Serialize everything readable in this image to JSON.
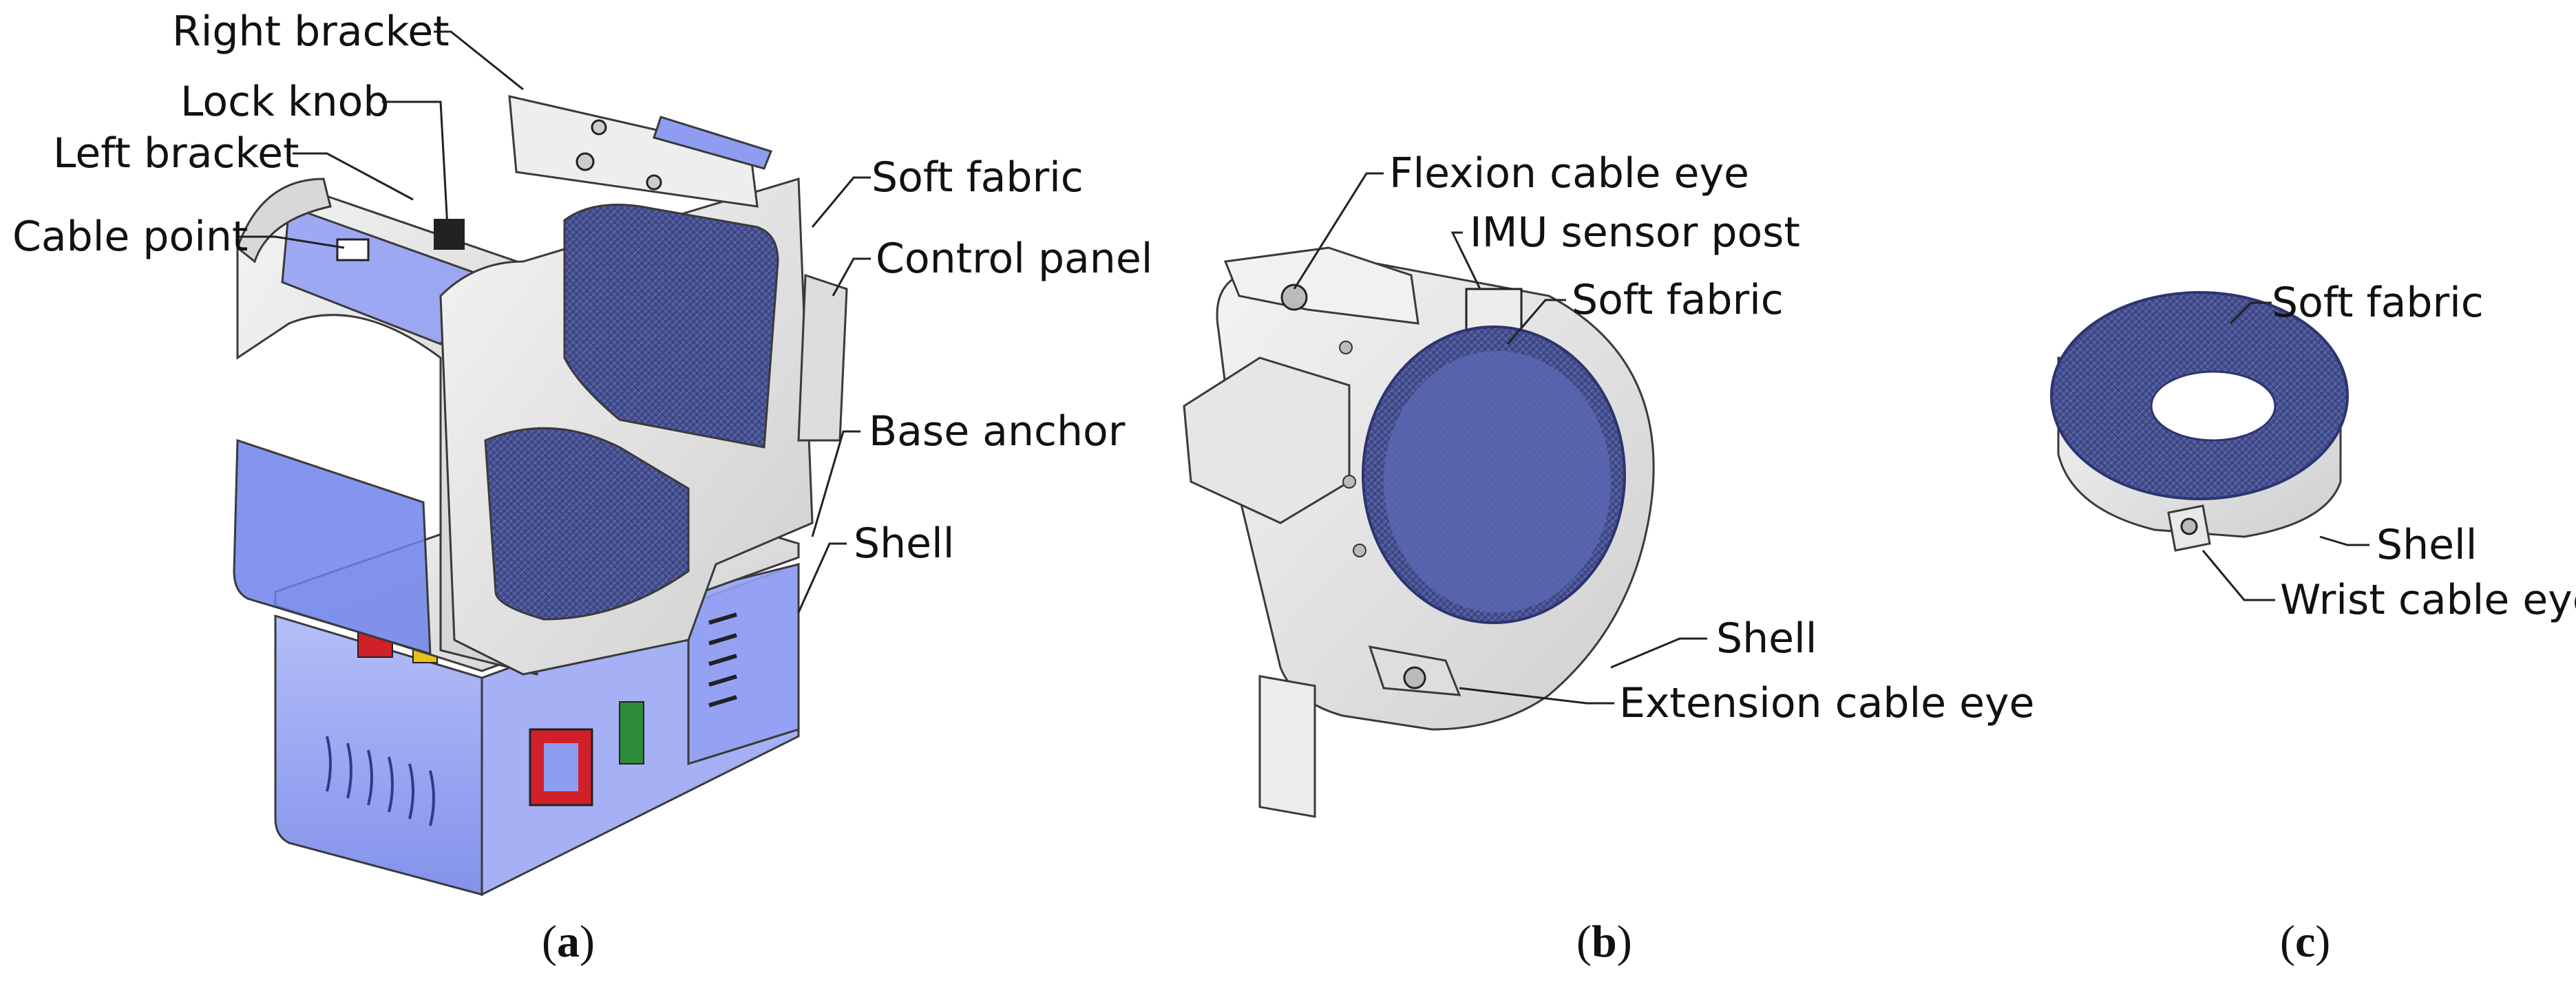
{
  "panels": {
    "a": {
      "caption_open": "(",
      "caption_letter": "a",
      "caption_close": ")",
      "labels": {
        "right_bracket": "Right bracket",
        "lock_knob": "Lock knob",
        "left_bracket": "Left bracket",
        "cable_point": "Cable point",
        "soft_fabric": "Soft fabric",
        "control_panel": "Control panel",
        "base_anchor": "Base anchor",
        "shell": "Shell"
      }
    },
    "b": {
      "caption_open": "(",
      "caption_letter": "b",
      "caption_close": ")",
      "labels": {
        "flexion_cable_eye": "Flexion cable eye",
        "imu_sensor_post": "IMU sensor post",
        "soft_fabric": "Soft fabric",
        "shell": "Shell",
        "extension_cable_eye": "Extension cable eye"
      }
    },
    "c": {
      "caption_open": "(",
      "caption_letter": "c",
      "caption_close": ")",
      "labels": {
        "soft_fabric": "Soft fabric",
        "shell": "Shell",
        "wrist_cable_eye": "Wrist cable eye"
      }
    }
  },
  "colors": {
    "shell_grey": "#e3e3e3",
    "shell_edge": "#3a3a3a",
    "fabric_blue": "#46508f",
    "fabric_dark": "#2c3470",
    "translucent_blue": "#7f8ff0",
    "accent_red": "#d0202a",
    "accent_green": "#2f8a3a",
    "accent_yellow": "#e6c21e"
  }
}
